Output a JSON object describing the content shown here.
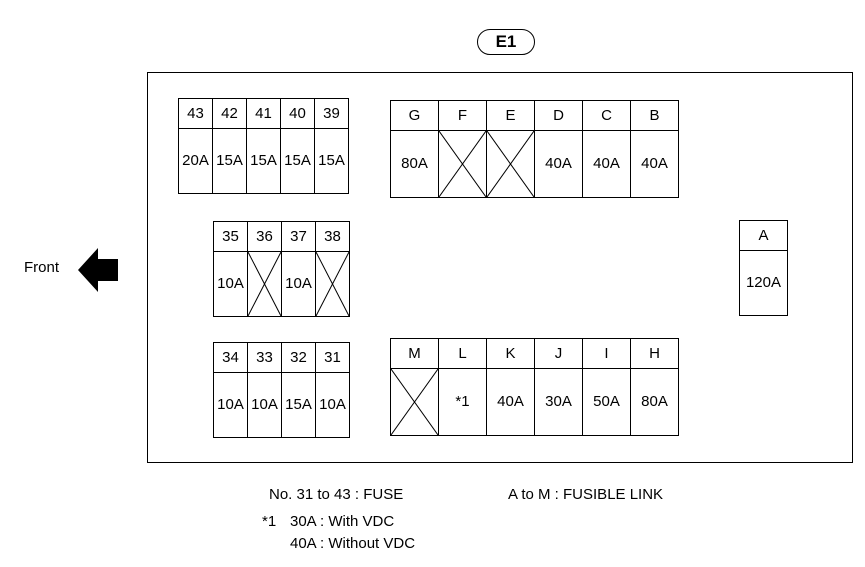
{
  "connector_label": "E1",
  "front_label": "Front",
  "fuse_groups": [
    {
      "cells": [
        {
          "id": "43",
          "rating": "20A"
        },
        {
          "id": "42",
          "rating": "15A"
        },
        {
          "id": "41",
          "rating": "15A"
        },
        {
          "id": "40",
          "rating": "15A"
        },
        {
          "id": "39",
          "rating": "15A"
        }
      ]
    },
    {
      "cells": [
        {
          "id": "35",
          "rating": "10A"
        },
        {
          "id": "36",
          "rating": ""
        },
        {
          "id": "37",
          "rating": "10A"
        },
        {
          "id": "38",
          "rating": ""
        }
      ]
    },
    {
      "cells": [
        {
          "id": "34",
          "rating": "10A"
        },
        {
          "id": "33",
          "rating": "10A"
        },
        {
          "id": "32",
          "rating": "15A"
        },
        {
          "id": "31",
          "rating": "10A"
        }
      ]
    }
  ],
  "link_groups": [
    {
      "cells": [
        {
          "id": "G",
          "rating": "80A"
        },
        {
          "id": "F",
          "rating": ""
        },
        {
          "id": "E",
          "rating": ""
        },
        {
          "id": "D",
          "rating": "40A"
        },
        {
          "id": "C",
          "rating": "40A"
        },
        {
          "id": "B",
          "rating": "40A"
        }
      ]
    },
    {
      "cells": [
        {
          "id": "M",
          "rating": ""
        },
        {
          "id": "L",
          "rating": "*1"
        },
        {
          "id": "K",
          "rating": "40A"
        },
        {
          "id": "J",
          "rating": "30A"
        },
        {
          "id": "I",
          "rating": "50A"
        },
        {
          "id": "H",
          "rating": "80A"
        }
      ]
    },
    {
      "cells": [
        {
          "id": "A",
          "rating": "120A"
        }
      ]
    }
  ],
  "legend": {
    "fuse": "No. 31 to 43 : FUSE",
    "link": "A to M : FUSIBLE LINK",
    "note_mark": "*1",
    "note_line1": "30A : With VDC",
    "note_line2": "40A : Without VDC"
  }
}
